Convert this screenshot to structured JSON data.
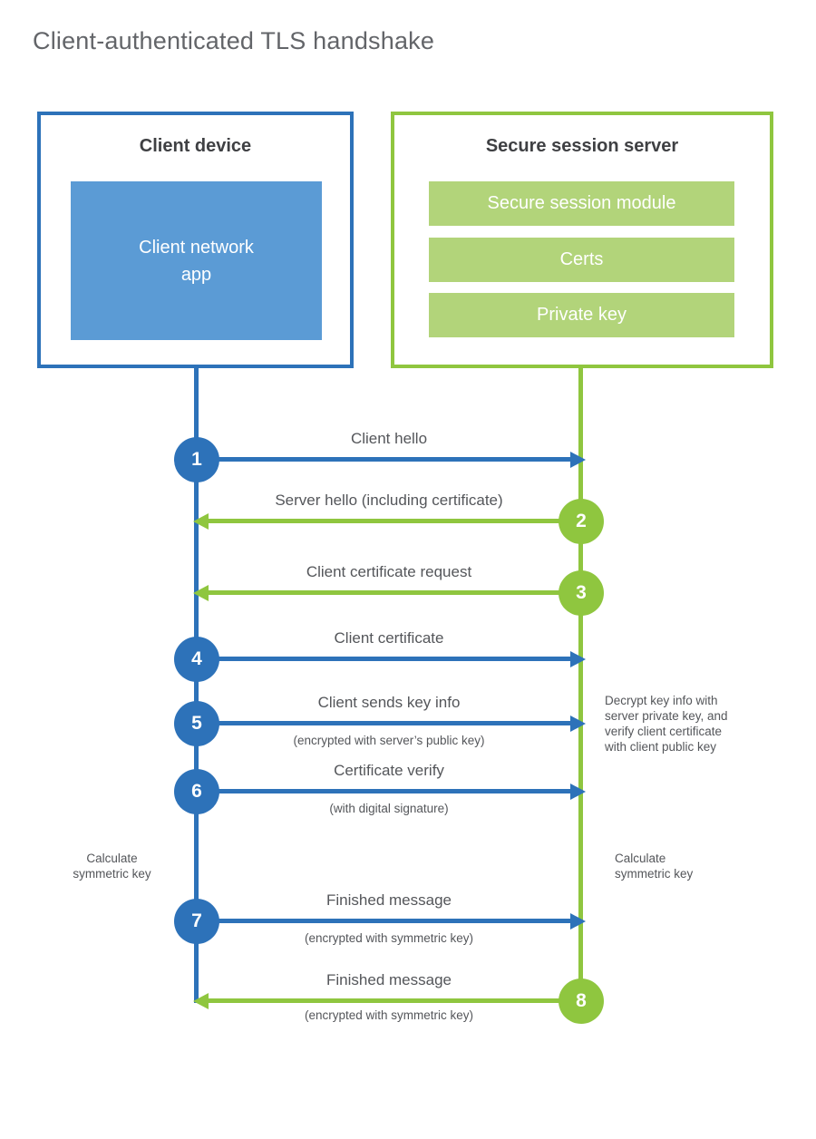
{
  "title": "Client-authenticated TLS handshake",
  "client": {
    "title": "Client device",
    "app_label": "Client network\napp"
  },
  "server": {
    "title": "Secure session server",
    "modules": [
      "Secure session module",
      "Certs",
      "Private key"
    ]
  },
  "steps": [
    {
      "num": "1",
      "actor": "client",
      "direction": "right",
      "label": "Client hello",
      "sub": ""
    },
    {
      "num": "2",
      "actor": "server",
      "direction": "left",
      "label": "Server hello (including certificate)",
      "sub": ""
    },
    {
      "num": "3",
      "actor": "server",
      "direction": "left",
      "label": "Client certificate request",
      "sub": ""
    },
    {
      "num": "4",
      "actor": "client",
      "direction": "right",
      "label": "Client certificate",
      "sub": ""
    },
    {
      "num": "5",
      "actor": "client",
      "direction": "right",
      "label": "Client sends key info",
      "sub": "(encrypted with server’s public key)"
    },
    {
      "num": "6",
      "actor": "client",
      "direction": "right",
      "label": "Certificate verify",
      "sub": "(with digital signature)"
    },
    {
      "num": "7",
      "actor": "client",
      "direction": "right",
      "label": "Finished message",
      "sub": "(encrypted with symmetric key)"
    },
    {
      "num": "8",
      "actor": "server",
      "direction": "left",
      "label": "Finished message",
      "sub": "(encrypted with symmetric key)"
    }
  ],
  "notes": {
    "decrypt": "Decrypt key info with\nserver private key, and\nverify client certificate\nwith client public key",
    "calc_left": "Calculate\nsymmetric key",
    "calc_right": "Calculate\nsymmetric key"
  },
  "colors": {
    "blue": "#2d72b9",
    "blue_light": "#5b9bd5",
    "green": "#8fc63f",
    "green_light": "#b2d47a",
    "text_dark": "#3f4043",
    "text_gray": "#54565a",
    "title_gray": "#636569"
  }
}
